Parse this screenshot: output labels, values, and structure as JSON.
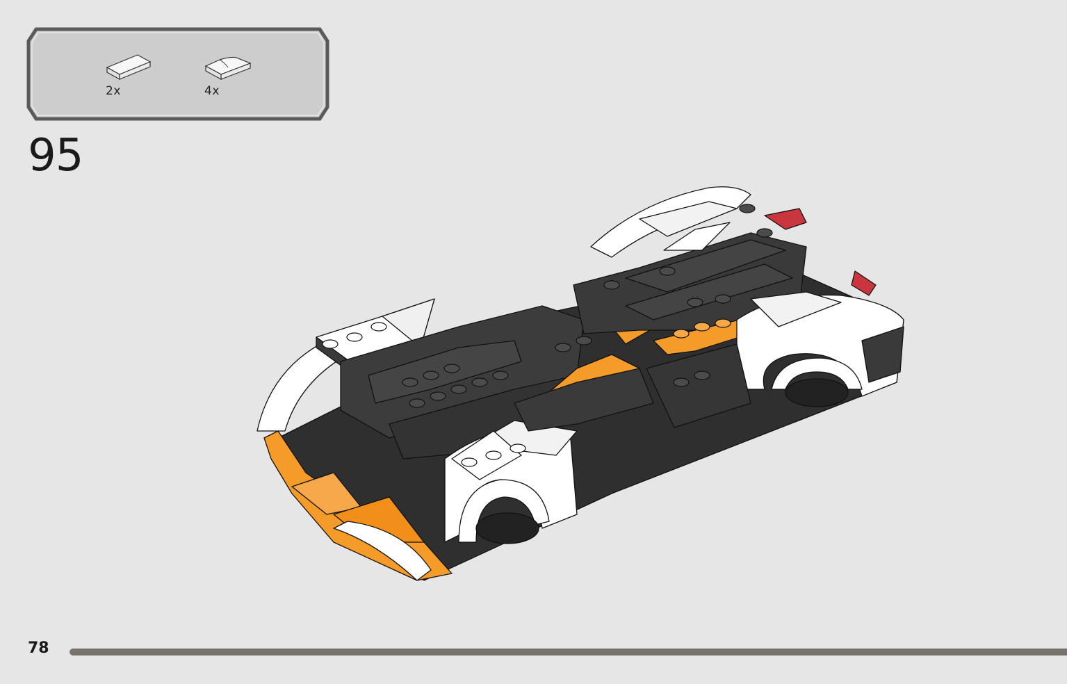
{
  "step": {
    "number": "95",
    "parts": [
      {
        "name": "white-plate-1x2",
        "quantity": "2x",
        "color": "#f4f4f4"
      },
      {
        "name": "white-curved-slope-1x2",
        "quantity": "4x",
        "color": "#f4f4f4"
      }
    ]
  },
  "model": {
    "colors": {
      "body": "#ffffff",
      "dark": "#333333",
      "accent": "#f49b2a",
      "taillight": "#c9363e"
    }
  },
  "page": {
    "number": "78",
    "progress_color": "#77746d",
    "background": "#e6e6e6"
  }
}
